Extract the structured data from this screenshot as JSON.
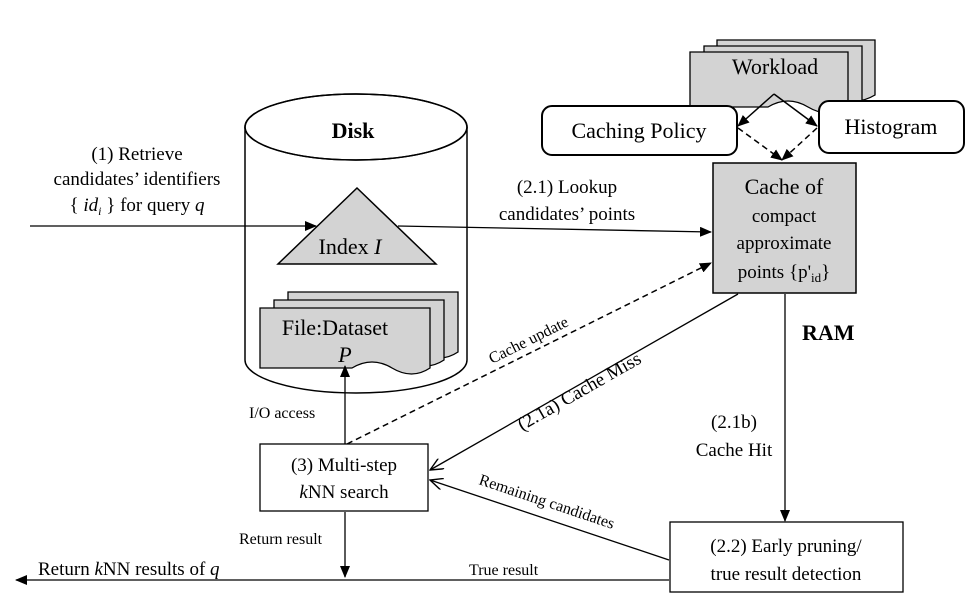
{
  "disk": {
    "title": "Disk",
    "index_label": "Index ",
    "index_symbol": "I",
    "file_label": "File:Dataset",
    "file_symbol": "P"
  },
  "workload": "Workload",
  "caching_policy": "Caching Policy",
  "histogram": "Histogram",
  "cache": {
    "line1": "Cache of",
    "line2": "compact",
    "line3": "approximate",
    "line4_text": "points {p'",
    "line4_sub": "id",
    "line4_end": "}"
  },
  "ram": "RAM",
  "step1": {
    "line1": "(1) Retrieve",
    "line2": "candidates’ identifiers",
    "line3_open": "{ ",
    "line3_id": "id",
    "line3_sub": "i",
    "line3_rest": " } for query ",
    "line3_q": "q"
  },
  "step2_1": {
    "line1": "(2.1) Lookup",
    "line2": "candidates’ points"
  },
  "cache_update": "Cache update",
  "cache_miss": "(2.1a) Cache Miss",
  "cache_hit": {
    "line1": "(2.1b)",
    "line2": "Cache Hit"
  },
  "io_access": "I/O access",
  "multistep": {
    "line1": "(3) Multi-step",
    "line2_k": "k",
    "line2_rest": "NN search"
  },
  "remaining": "Remaining  candidates",
  "pruning": {
    "line1": "(2.2) Early pruning/",
    "line2": "true result detection"
  },
  "return_result": "Return result",
  "true_result": "True result",
  "final_output": {
    "prefix": "Return ",
    "k": "k",
    "middle": "NN results of ",
    "q": "q"
  }
}
